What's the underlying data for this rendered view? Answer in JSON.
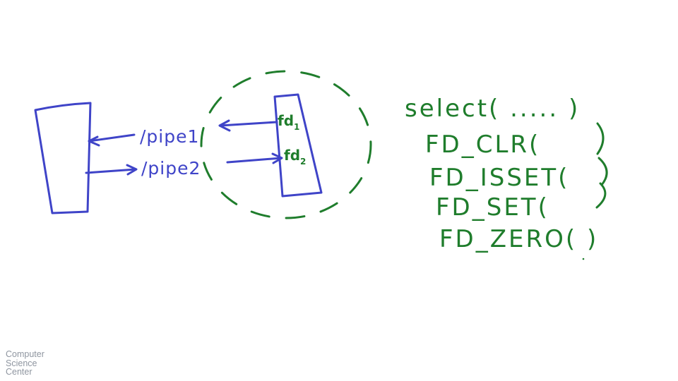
{
  "colors": {
    "blue_ink": "#3f44c8",
    "green_ink": "#1f7d2c",
    "logo_gray": "#8f96a0",
    "background": "#ffffff"
  },
  "pipes": {
    "pipe1": "/pipe1",
    "pipe2": "/pipe2"
  },
  "fds": {
    "fd1": {
      "base": "fd",
      "sub": "1"
    },
    "fd2": {
      "base": "fd",
      "sub": "2"
    }
  },
  "calls": {
    "select": "select(  .....  )",
    "fd_clr": "FD_CLR(",
    "fd_isset": "FD_ISSET(",
    "fd_set": "FD_SET(",
    "fd_zero": "FD_ZERO(  )"
  },
  "logo": {
    "line1": "Computer",
    "line2": "Science",
    "line3": "Center"
  }
}
